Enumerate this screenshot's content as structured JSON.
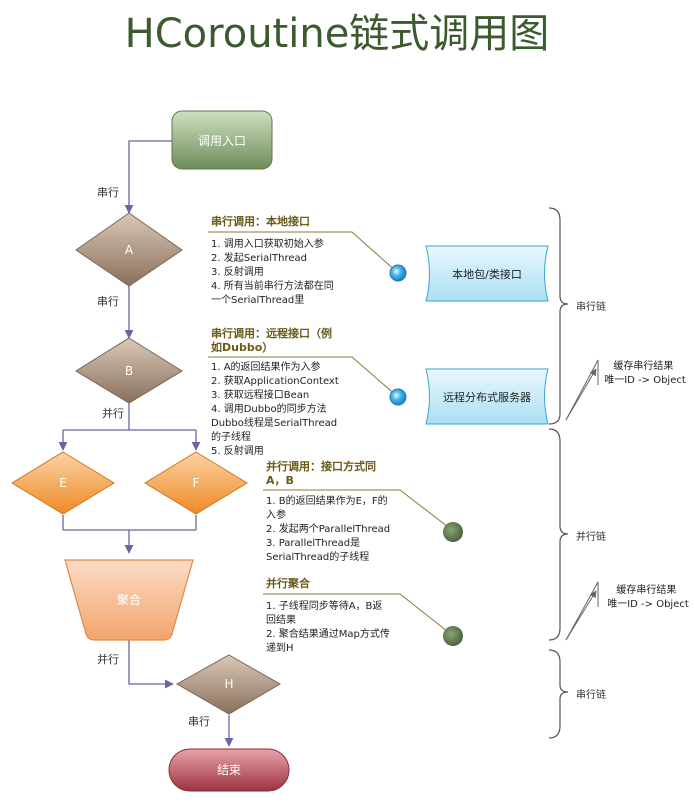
{
  "title": "HCoroutine链式调用图",
  "colors": {
    "title": "#3c5a2e",
    "edge": "#6a65a6",
    "start_fill": "#8fa97a",
    "diamond_brown": "#9c8370",
    "diamond_orange": "#f39a3c",
    "merge_fill": "#f6b07a",
    "end_fill": "#b0464f",
    "service_fill": "#c9ecf8",
    "note_heading": "#6b5a1a",
    "note_line": "#8b7a3a",
    "dot_blue": "#2fa3e0",
    "dot_green": "#5d7a4c"
  },
  "nodes": {
    "start": "调用入口",
    "a": "A",
    "b": "B",
    "e": "E",
    "f": "F",
    "merge": "聚合",
    "h": "H",
    "end": "结束"
  },
  "edge_labels": {
    "start_a": "串行",
    "a_b": "串行",
    "b_fork": "并行",
    "merge_h": "并行",
    "h_end": "串行"
  },
  "notes": {
    "n1": {
      "heading": [
        "串行调用：本地接口"
      ],
      "body": [
        "1. 调用入口获取初始入参",
        "2. 发起SerialThread",
        "3. 反射调用",
        "4. 所有当前串行方法都在同",
        "一个SerialThread里"
      ]
    },
    "n2": {
      "heading": [
        "串行调用：远程接口（例",
        "如Dubbo）"
      ],
      "body": [
        "1. A的返回结果作为入参",
        "2. 获取ApplicationContext",
        "3. 获取远程接口Bean",
        "4. 调用Dubbo的同步方法",
        "Dubbo线程是SerialThread",
        "的子线程",
        "5. 反射调用"
      ]
    },
    "n3": {
      "heading": [
        "并行调用：接口方式同",
        "A，B"
      ],
      "body": [
        "1. B的返回结果作为E，F的",
        "入参",
        "2. 发起两个ParallelThread",
        "3. ParallelThread是",
        "SerialThread的子线程"
      ]
    },
    "n4": {
      "heading": [
        "并行聚合"
      ],
      "body": [
        "1. 子线程同步等待A，B返",
        "回结果",
        "2. 聚合结果通过Map方式传",
        "递到H"
      ]
    }
  },
  "services": {
    "local": "本地包/类接口",
    "remote": "远程分布式服务器"
  },
  "braces": {
    "b1": "串行链",
    "b2": "并行链",
    "b3": "串行链"
  },
  "callouts": {
    "c1": [
      "缓存串行结果",
      "唯一ID -> Object"
    ],
    "c2": [
      "缓存串行结果",
      "唯一ID -> Object"
    ]
  }
}
